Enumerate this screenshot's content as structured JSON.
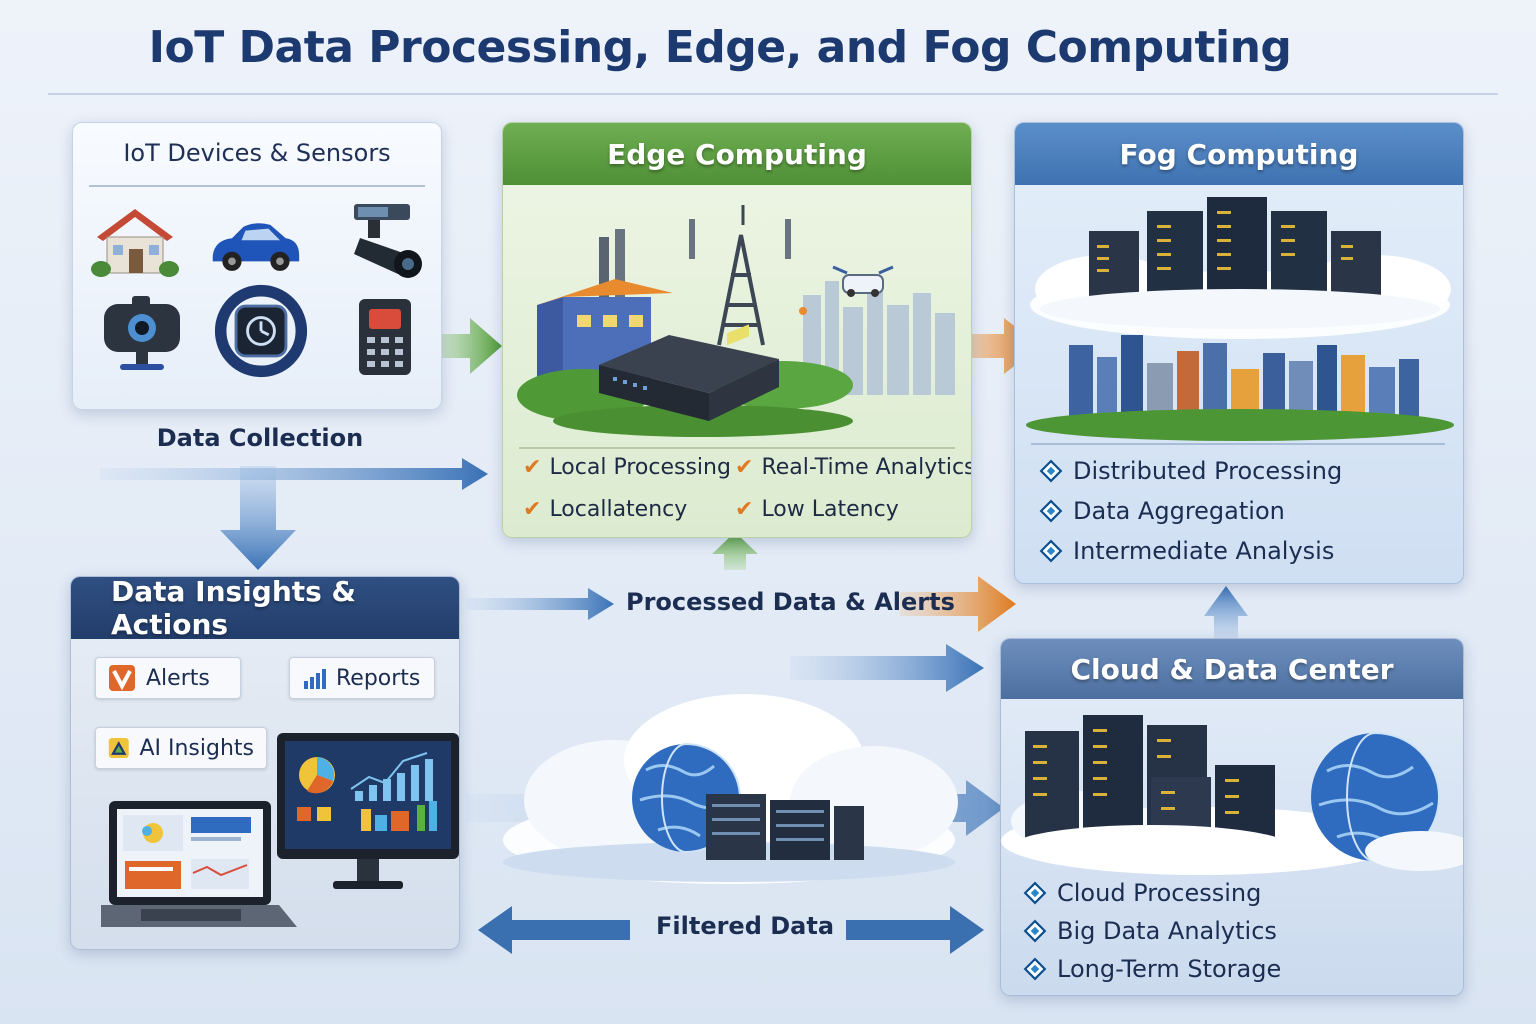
{
  "title": "IoT Data Processing, Edge, and Fog Computing",
  "devices": {
    "title": "IoT Devices & Sensors",
    "icons": [
      "house-icon",
      "car-icon",
      "security-camera-icon",
      "webcam-icon",
      "smartwatch-icon",
      "sensor-panel-icon"
    ]
  },
  "data_collection_label": "Data Collection",
  "edge": {
    "title": "Edge Computing",
    "features": [
      "Local Processing",
      "Real-Time Analytics",
      "Locallatency",
      "Low Latency"
    ]
  },
  "fog": {
    "title": "Fog Computing",
    "features": [
      "Distributed Processing",
      "Data Aggregation",
      "Intermediate Analysis"
    ]
  },
  "insights": {
    "title": "Data Insights & Actions",
    "chips": [
      "Alerts",
      "Reports",
      "AI Insights"
    ]
  },
  "cloud": {
    "title": "Cloud & Data Center",
    "features": [
      "Cloud Processing",
      "Big Data Analytics",
      "Long-Term Storage"
    ]
  },
  "flows": {
    "processed": "Processed Data & Alerts",
    "filtered": "Filtered Data"
  },
  "colors": {
    "edge_green": "#5a9c3e",
    "fog_blue": "#4a7fbf",
    "insights_navy": "#263f6c",
    "cloud_blue": "#5a7db0",
    "arrow_orange": "#e07a22",
    "arrow_blue": "#3c74b8",
    "check_orange": "#e07a22"
  }
}
